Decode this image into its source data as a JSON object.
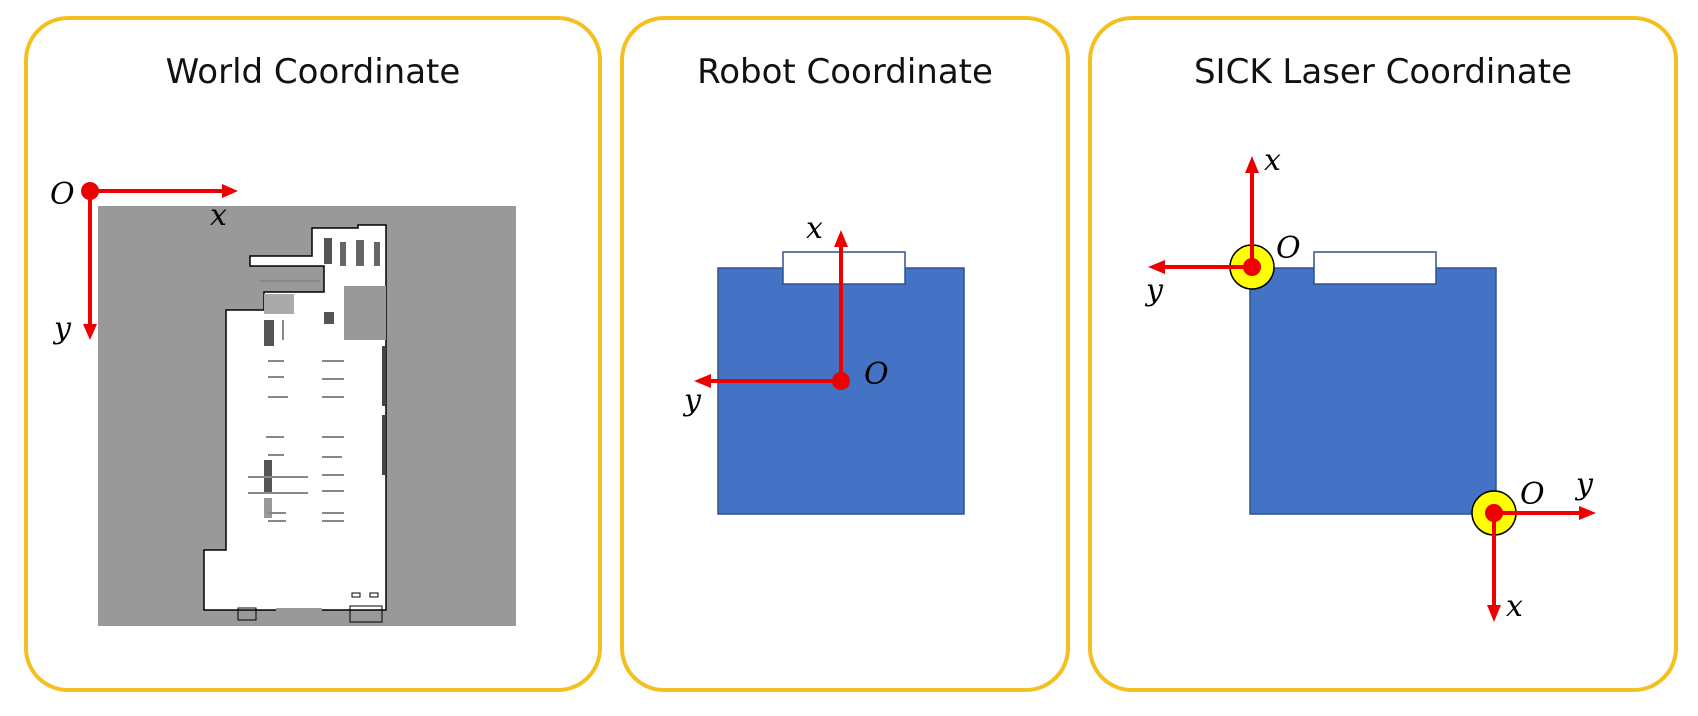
{
  "panels": [
    {
      "title": "World Coordinate",
      "labels": {
        "origin": "O",
        "x": "x",
        "y": "y"
      }
    },
    {
      "title": "Robot Coordinate",
      "labels": {
        "origin": "O",
        "x": "x",
        "y": "y"
      }
    },
    {
      "title": "SICK Laser Coordinate",
      "laser_front": {
        "origin": "O",
        "x": "x",
        "y": "y"
      },
      "laser_rear": {
        "origin": "O",
        "x": "x",
        "y": "y"
      }
    }
  ],
  "colors": {
    "frame": "#F4C020",
    "axis": "#EE0000",
    "robot_body": "#4472C4",
    "laser_marker": "#FFFF00",
    "map_background": "#999999"
  }
}
